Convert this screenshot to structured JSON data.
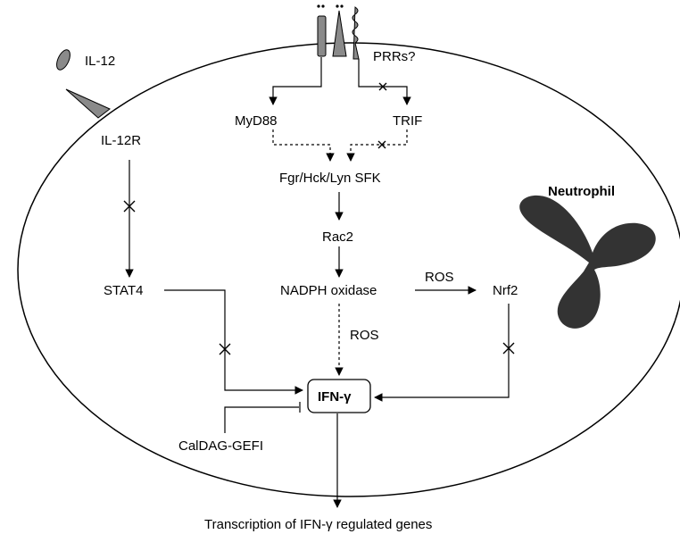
{
  "labels": {
    "il12": "IL-12",
    "il12r": "IL-12R",
    "prrs": "PRRs?",
    "myd88": "MyD88",
    "trif": "TRIF",
    "sfk": "Fgr/Hck/Lyn SFK",
    "rac2": "Rac2",
    "nadph": "NADPH oxidase",
    "ros_right": "ROS",
    "ros_down": "ROS",
    "nrf2": "Nrf2",
    "stat4": "STAT4",
    "ifng": "IFN-γ",
    "caldag": "CalDAG-GEFI",
    "neutrophil": "Neutrophil",
    "transcription": "Transcription of IFN-γ regulated genes"
  },
  "colors": {
    "shape_fill": "#8a8a8a",
    "neutrophil_fill": "#333333",
    "line": "#000000"
  }
}
